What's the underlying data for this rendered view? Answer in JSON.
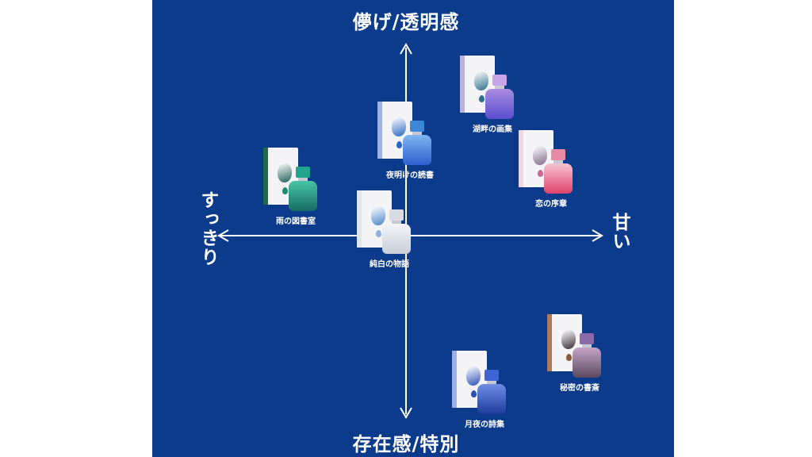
{
  "axes": {
    "top": "儚げ/透明感",
    "bottom": "存在感/特別",
    "left": "すっきり",
    "right": "甘い"
  },
  "products": [
    {
      "name": "湖畔の画集",
      "stripe": "#b9b2dd",
      "window": "#2f6f8a",
      "drop": "#2f6f8a",
      "cap": "#c9a3e8",
      "body_top": "#a98ce0",
      "body_bottom": "#5b4fd0"
    },
    {
      "name": "夜明けの読書",
      "stripe": "#9fb4e6",
      "window": "#2a67c2",
      "drop": "#2a67c2",
      "cap": "#3d86d8",
      "body_top": "#7fb6ef",
      "body_bottom": "#2c5fd0"
    },
    {
      "name": "恋の序章",
      "stripe": "#f0d8e2",
      "window": "#7f6a8a",
      "drop": "#c96a92",
      "cap": "#e88aa6",
      "body_top": "#f7c3d2",
      "body_bottom": "#e0436a"
    },
    {
      "name": "雨の図書室",
      "stripe": "#1f6b4a",
      "window": "#1f5e58",
      "drop": "#1f8a6e",
      "cap": "#22a58e",
      "body_top": "#48c4a5",
      "body_bottom": "#176c64"
    },
    {
      "name": "純白の物語",
      "stripe": "#dfe6f2",
      "window": "#4a84c6",
      "drop": "#8ab0dc",
      "cap": "#d7dbe3",
      "body_top": "#f2f4f8",
      "body_bottom": "#c8ced8"
    },
    {
      "name": "秘密の書斎",
      "stripe": "#b07a5a",
      "window": "#3a2d33",
      "drop": "#8a5a3a",
      "cap": "#8a6aa8",
      "body_top": "#c5a3c8",
      "body_bottom": "#5c4a5e"
    },
    {
      "name": "月夜の詩集",
      "stripe": "#9cb0e8",
      "window": "#2d4fb8",
      "drop": "#2d4fb8",
      "cap": "#3f64d6",
      "body_top": "#6f8ee6",
      "body_bottom": "#1e3a9c"
    }
  ]
}
